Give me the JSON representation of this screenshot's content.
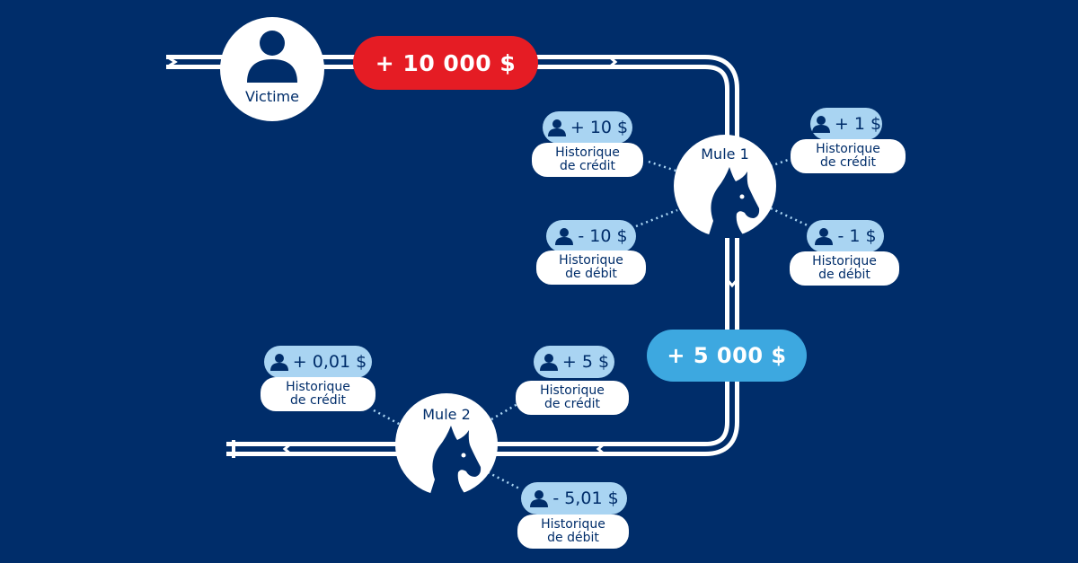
{
  "victim": {
    "label": "Victime"
  },
  "transfers": {
    "first": "+ 10 000 $",
    "second": "+ 5 000 $"
  },
  "mule1": {
    "label": "Mule 1",
    "entries": [
      {
        "amount": "+ 10 $",
        "label": "Historique\nde crédit"
      },
      {
        "amount": "- 10 $",
        "label": "Historique\nde débit"
      },
      {
        "amount": "+ 1 $",
        "label": "Historique\nde crédit"
      },
      {
        "amount": "- 1 $",
        "label": "Historique\nde débit"
      }
    ]
  },
  "mule2": {
    "label": "Mule 2",
    "entries": [
      {
        "amount": "+ 0,01 $",
        "label": "Historique\nde crédit"
      },
      {
        "amount": "+ 5 $",
        "label": "Historique\nde crédit"
      },
      {
        "amount": "- 5,01 $",
        "label": "Historique\nde débit"
      }
    ]
  },
  "colors": {
    "background": "#002d6a",
    "red": "#e51c24",
    "blue": "#3da8e0",
    "light_blue": "#a9d4f2"
  },
  "icons": [
    "person-icon",
    "donkey-icon",
    "arrow-icon"
  ]
}
